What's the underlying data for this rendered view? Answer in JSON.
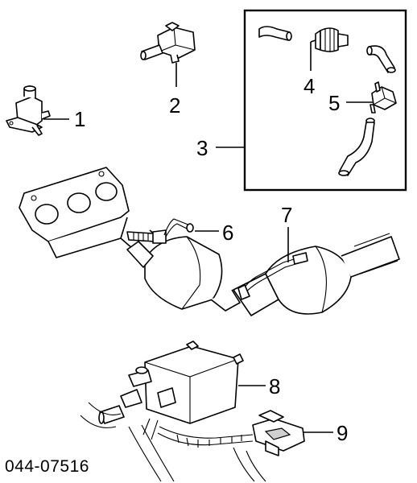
{
  "diagram": {
    "callouts": [
      {
        "id": "1",
        "label": "1"
      },
      {
        "id": "2",
        "label": "2"
      },
      {
        "id": "3",
        "label": "3"
      },
      {
        "id": "4",
        "label": "4"
      },
      {
        "id": "5",
        "label": "5"
      },
      {
        "id": "6",
        "label": "6"
      },
      {
        "id": "7",
        "label": "7"
      },
      {
        "id": "8",
        "label": "8"
      },
      {
        "id": "9",
        "label": "9"
      }
    ],
    "document_number": "044-07516"
  }
}
